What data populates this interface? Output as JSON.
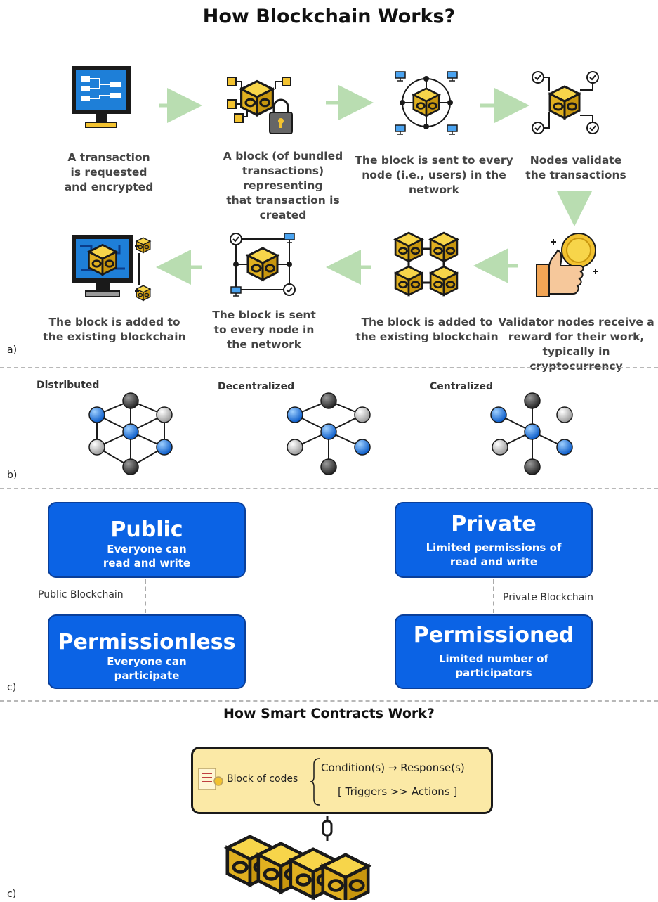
{
  "title": "How Blockchain Works?",
  "panel_a": {
    "label": "a)",
    "steps": [
      {
        "icon": "computer-transaction-icon",
        "lines": [
          "A transaction",
          "is requested",
          "and encrypted"
        ]
      },
      {
        "icon": "block-lock-icon",
        "lines": [
          "A block (of bundled",
          "transactions) representing",
          "that transaction is created"
        ]
      },
      {
        "icon": "block-network-icon",
        "lines": [
          "The block is sent to every",
          "node (i.e., users) in the",
          "network"
        ]
      },
      {
        "icon": "nodes-validate-icon",
        "lines": [
          "Nodes validate",
          "the transactions"
        ]
      },
      {
        "icon": "thumbs-up-coin-icon",
        "lines": [
          "Validator nodes receive a",
          "reward for their work,",
          "typically in cryptocurrency"
        ]
      },
      {
        "icon": "chain-blocks-icon",
        "lines": [
          "The block is added to",
          "the existing blockchain"
        ]
      },
      {
        "icon": "block-node-network-icon",
        "lines": [
          "The block is sent",
          "to every node in",
          "the network"
        ]
      },
      {
        "icon": "computer-blockchain-icon",
        "lines": [
          "The block is added to",
          "the existing blockchain"
        ]
      }
    ]
  },
  "panel_b": {
    "label": "b)",
    "networks": [
      {
        "name": "Distributed"
      },
      {
        "name": "Decentralized"
      },
      {
        "name": "Centralized"
      }
    ]
  },
  "panel_c": {
    "label": "c)",
    "public": {
      "title": "Public",
      "desc": [
        "Everyone can",
        "read and write"
      ]
    },
    "private": {
      "title": "Private",
      "desc": [
        "Limited permissions of",
        "read and write"
      ]
    },
    "permissionless": {
      "title": "Permissionless",
      "desc": [
        "Everyone can",
        "participate"
      ]
    },
    "permissioned": {
      "title": "Permissioned",
      "desc": [
        "Limited number of",
        "participators"
      ]
    },
    "public_link": "Public Blockchain",
    "private_link": "Private Blockchain"
  },
  "smart_contracts": {
    "label": "c)",
    "title": "How Smart Contracts Work?",
    "block_label": "Block of codes",
    "condition": "Condition(s) → Response(s)",
    "triggers": "[ Triggers >> Actions ]"
  },
  "colors": {
    "box_blue": "#0b63e5",
    "block_gold": "#f2c230",
    "arrow_green": "#b9ddb1",
    "node_blue": "#1f77d4",
    "node_grey": "#b8b8b8",
    "node_dark": "#444444",
    "contract_yellow": "#fbe9a6"
  }
}
